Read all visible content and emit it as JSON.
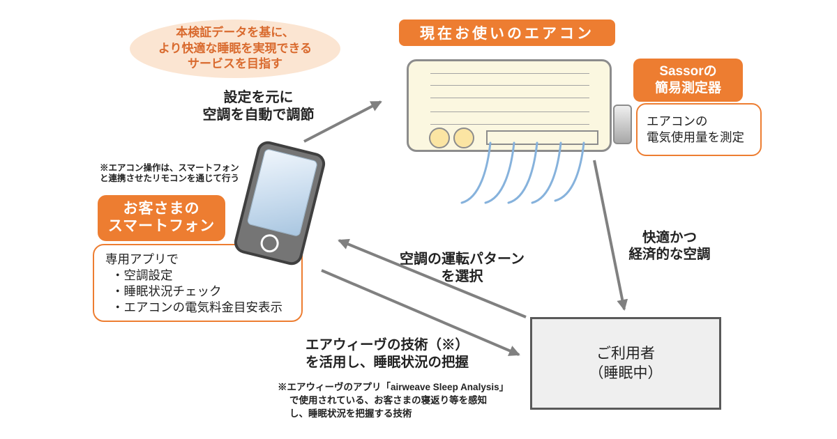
{
  "goal": {
    "lines": [
      "本検証データを基に、",
      "より快適な睡眠を実現できる",
      "サービスを目指す"
    ]
  },
  "ac": {
    "header": "現在お使いのエアコン"
  },
  "sassor": {
    "title": [
      "Sassorの",
      "簡易測定器"
    ],
    "desc": [
      "エアコンの",
      "電気使用量を測定"
    ]
  },
  "smartphone": {
    "note": [
      "※エアコン操作は、スマートフォン",
      "と連携させたリモコンを通じて行う"
    ],
    "title": [
      "お客さまの",
      "スマートフォン"
    ],
    "app": [
      "専用アプリで",
      "・空調設定",
      "・睡眠状況チェック",
      "・エアコンの電気料金目安表示"
    ]
  },
  "flows": {
    "setting": [
      "設定を元に",
      "空調を自動で調節"
    ],
    "pattern": [
      "空調の運転パターン",
      "を選択"
    ],
    "airweave": [
      "エアウィーヴの技術（※）",
      "を活用し、睡眠状況の把握"
    ],
    "airweave_note": [
      "※エアウィーヴのアプリ「airweave Sleep Analysis」",
      "で使用されている、お客さまの寝返り等を感知",
      "し、睡眠状況を把握する技術"
    ],
    "comfort": [
      "快適かつ",
      "経済的な空調"
    ]
  },
  "user": {
    "lines": [
      "ご利用者",
      "（睡眠中）"
    ]
  },
  "colors": {
    "orange": "#ED7D31",
    "peach": "#FBE5D2",
    "cream": "#FBF7E0",
    "arrow_gray": "#808080",
    "airflow_blue": "#86B2DC",
    "ellipse_text": "#D96A2E"
  }
}
